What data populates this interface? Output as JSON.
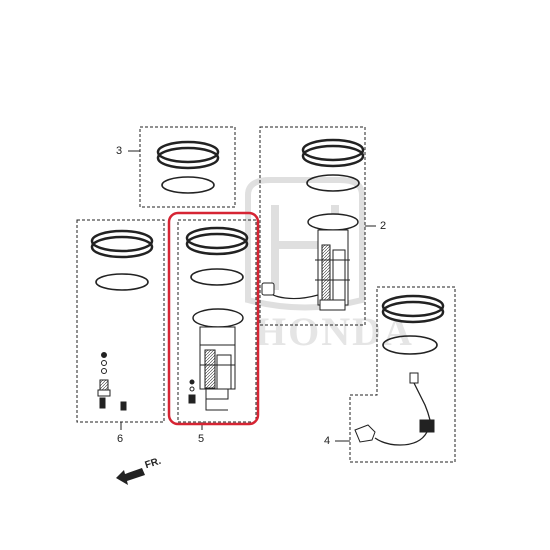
{
  "diagram": {
    "callouts": {
      "part_2": "2",
      "part_3": "3",
      "part_4": "4",
      "part_5": "5",
      "part_6": "6"
    },
    "direction_label": "FR.",
    "watermark_text": "HONDA",
    "highlight_color": "#d62433",
    "line_color": "#222222"
  }
}
